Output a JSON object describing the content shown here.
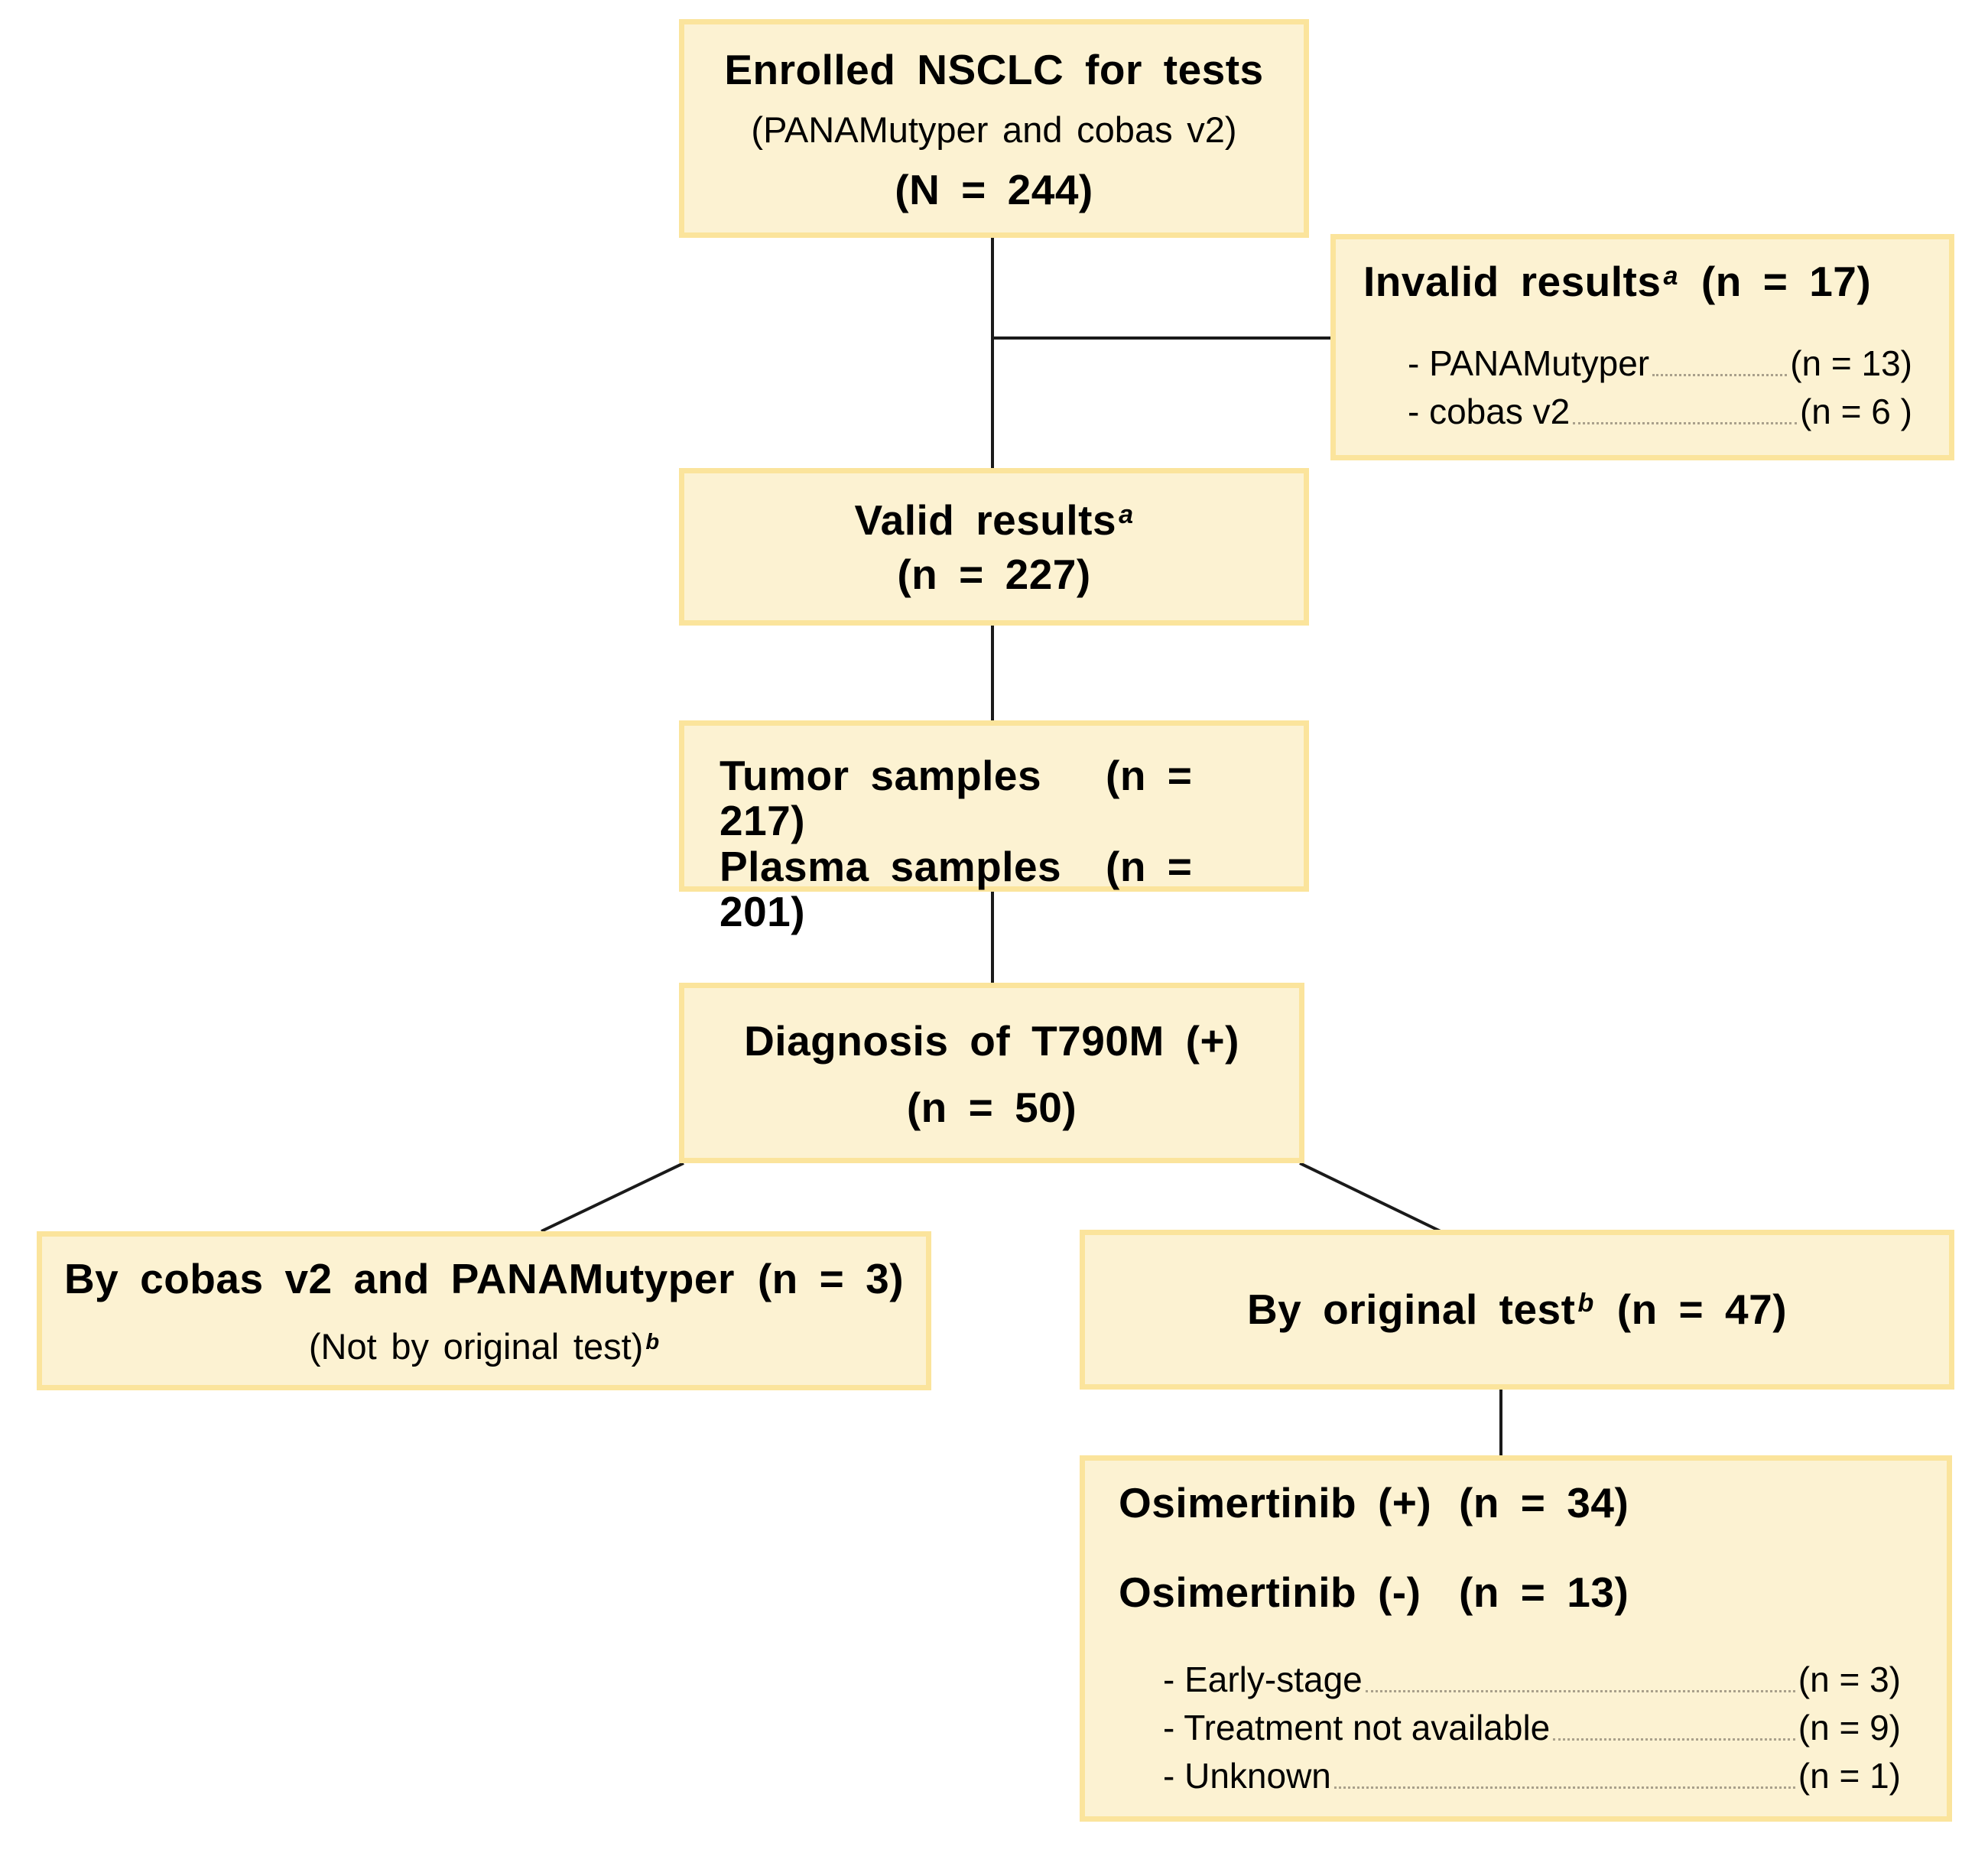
{
  "colors": {
    "box_fill": "#FCF2D2",
    "box_border": "#FBE49C",
    "connector": "#1a1a1a",
    "leader": "#a9a08b",
    "page_bg": "#ffffff",
    "text": "#000000"
  },
  "flow": {
    "enrolled": {
      "title": "Enrolled NSCLC for tests",
      "subtitle": "(PANAMutyper and cobas v2)",
      "count": "(N = 244)"
    },
    "invalid": {
      "title": "Invalid results",
      "sup": "a",
      "count": "(n = 17)",
      "items": [
        {
          "label": "- PANAMutyper",
          "count": "(n = 13)"
        },
        {
          "label": "- cobas v2",
          "count": "(n = 6 )"
        }
      ]
    },
    "valid": {
      "title": "Valid results",
      "sup": "a",
      "count": "(n = 227)"
    },
    "samples": {
      "rows": [
        {
          "label": "Tumor samples",
          "count": "(n = 217)"
        },
        {
          "label": "Plasma samples",
          "count": "(n = 201)"
        }
      ]
    },
    "diagnosis": {
      "title": "Diagnosis of T790M (+)",
      "count": "(n = 50)"
    },
    "by_both": {
      "title": "By cobas v2 and PANAMutyper",
      "count": "(n = 3)",
      "note": "(Not by original test)",
      "note_sup": "b"
    },
    "by_original": {
      "title": "By original test",
      "sup": "b",
      "count": "(n = 47)"
    },
    "osimertinib": {
      "lines": [
        {
          "label": "Osimertinib (+)",
          "count": "(n = 34)"
        },
        {
          "label": "Osimertinib (-)",
          "count": "(n = 13)"
        }
      ],
      "items": [
        {
          "label": "- Early-stage",
          "count": "(n = 3)"
        },
        {
          "label": "- Treatment not available",
          "count": "(n = 9)"
        },
        {
          "label": "- Unknown",
          "count": "(n = 1)"
        }
      ]
    }
  }
}
